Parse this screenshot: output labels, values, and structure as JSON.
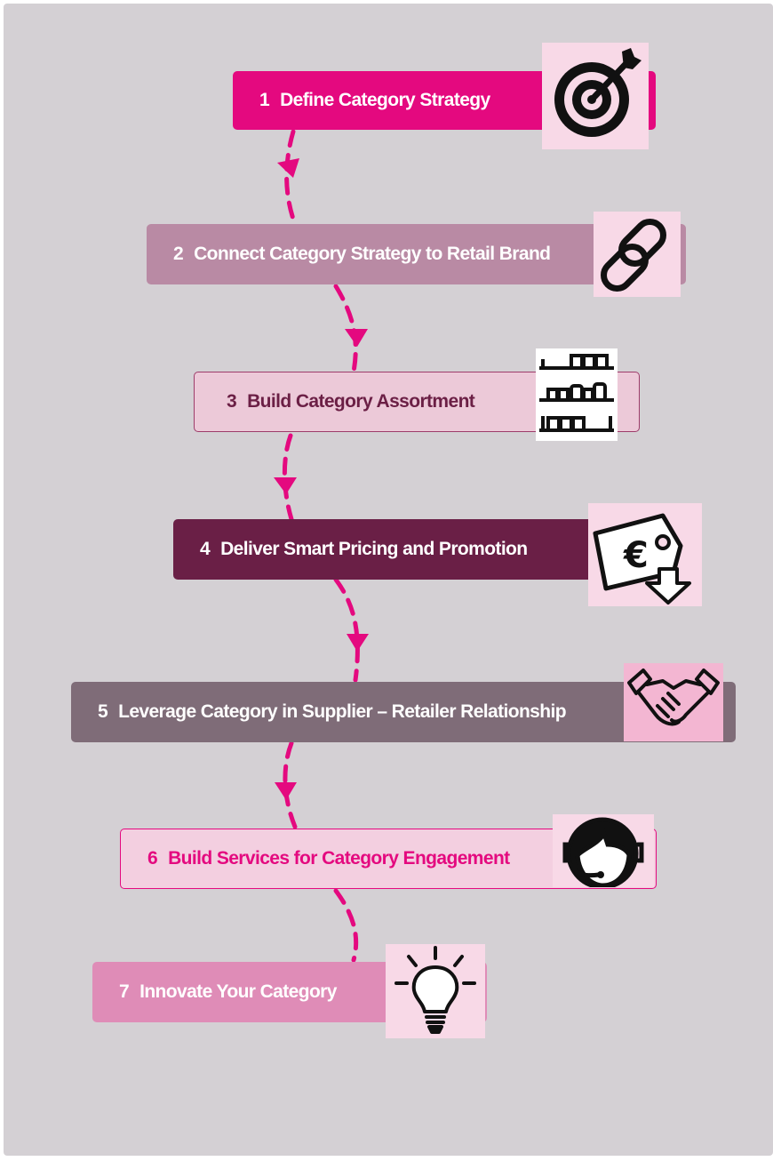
{
  "steps": [
    {
      "num": "1",
      "title": "Define Category Strategy",
      "icon": "target-arrow-icon",
      "fill": "#e4097f",
      "text_color": "#ffffff"
    },
    {
      "num": "2",
      "title": "Connect Category Strategy to Retail Brand",
      "icon": "chain-link-icon",
      "fill": "#b98aa4",
      "text_color": "#ffffff"
    },
    {
      "num": "3",
      "title": "Build Category Assortment",
      "icon": "shelves-icon",
      "fill": "#ecc9d8",
      "text_color": "#6b1f45"
    },
    {
      "num": "4",
      "title": "Deliver Smart Pricing and Promotion",
      "icon": "euro-price-tag-icon",
      "fill": "#6a1f46",
      "text_color": "#ffffff"
    },
    {
      "num": "5",
      "title": "Leverage Category in Supplier – Retailer Relationship",
      "icon": "handshake-icon",
      "fill": "#7f6c78",
      "text_color": "#ffffff"
    },
    {
      "num": "6",
      "title": "Build Services for Category Engagement",
      "icon": "headset-agent-icon",
      "fill": "#f3cfe0",
      "text_color": "#e4097f"
    },
    {
      "num": "7",
      "title": "Innovate Your Category",
      "icon": "lightbulb-icon",
      "fill": "#df8cb7",
      "text_color": "#ffffff"
    }
  ],
  "colors": {
    "connector": "#e4097f",
    "background": "#d4d0d4",
    "icon_tile": "#f8d9e7",
    "icon_stroke": "#111111"
  }
}
